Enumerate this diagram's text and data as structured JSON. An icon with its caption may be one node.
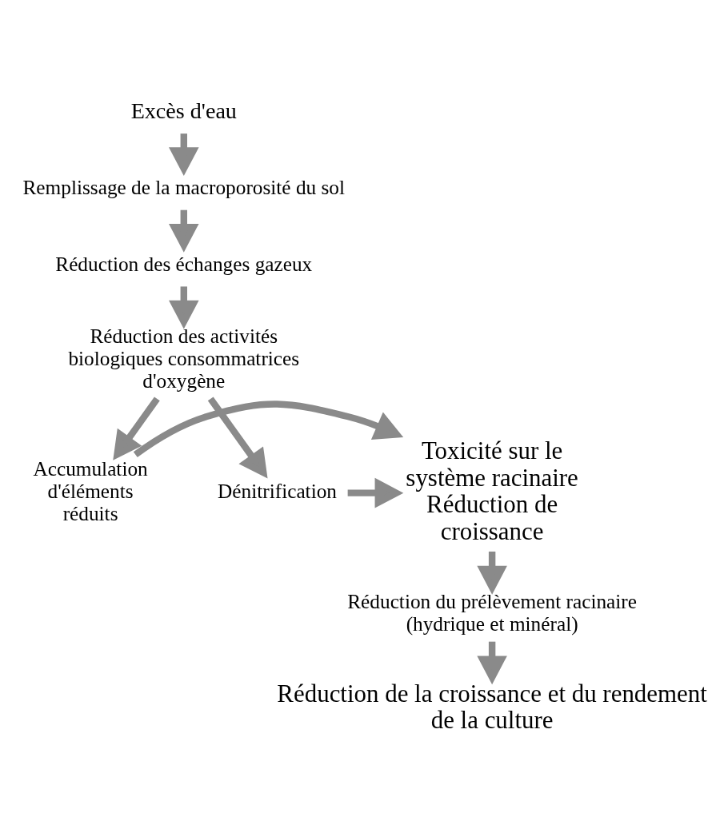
{
  "diagram": {
    "nodes": [
      {
        "text": [
          "Excès d'eau"
        ]
      },
      {
        "text": [
          "Remplissage de la macroporosité du sol"
        ]
      },
      {
        "text": [
          "Réduction des échanges gazeux"
        ]
      },
      {
        "text": [
          "Réduction des activités biologiques consommatrices d'oxygène"
        ]
      },
      {
        "text": [
          "Accumulation d'éléments réduits"
        ]
      },
      {
        "text": [
          "Toxicité sur le système racinaire Réduction de croissance"
        ]
      },
      {
        "text": [
          "Dénitrification"
        ]
      },
      {
        "text": [
          "Réduction du prélèvement racinaire (hydrique et minéral)"
        ]
      },
      {
        "text": [
          "Réduction de la croissance et du rendement de la culture"
        ]
      }
    ],
    "edges": [
      {
        "from": 0,
        "to": 1,
        "arrow": "to"
      },
      {
        "from": 1,
        "to": 2,
        "arrow": "to"
      },
      {
        "from": 2,
        "to": 3,
        "arrow": "to"
      },
      {
        "from": 3,
        "to": 4,
        "arrow": "to"
      },
      {
        "from": 3,
        "to": 6,
        "arrow": "to"
      },
      {
        "from": 4,
        "to": 5,
        "arrow": "to"
      },
      {
        "from": 6,
        "to": 5,
        "arrow": "to"
      },
      {
        "from": 5,
        "to": 7,
        "arrow": "to"
      },
      {
        "from": 7,
        "to": 8,
        "arrow": "to"
      }
    ]
  }
}
